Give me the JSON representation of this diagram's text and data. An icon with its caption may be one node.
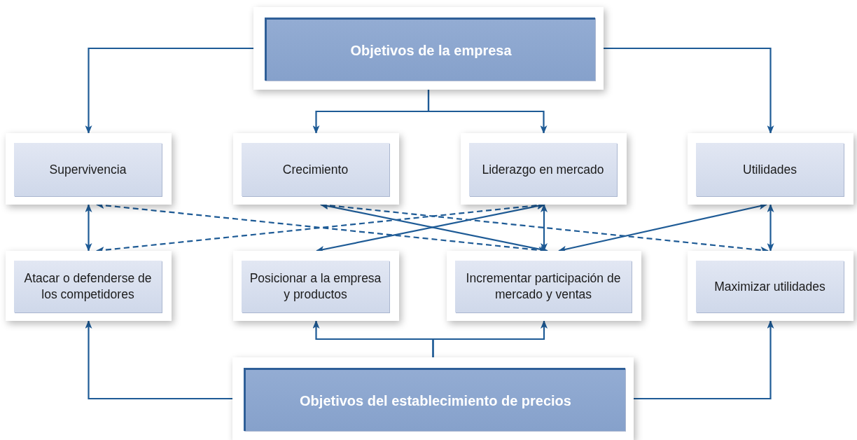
{
  "diagram": {
    "nodes": [
      {
        "text": [
          "Objetivos de la empresa"
        ]
      },
      {
        "text": [
          "Supervivencia"
        ]
      },
      {
        "text": [
          "Crecimiento"
        ]
      },
      {
        "text": [
          "Liderazgo en mercado"
        ]
      },
      {
        "text": [
          "Utilidades"
        ]
      },
      {
        "text": [
          "Atacar o defenderse de los competidores"
        ]
      },
      {
        "text": [
          "Posicionar a la empresa y productos"
        ]
      },
      {
        "text": [
          "Incrementar participación de mercado y ventas"
        ]
      },
      {
        "text": [
          "Maximizar utilidades"
        ]
      },
      {
        "text": [
          "Objetivos del establecimiento de precios"
        ]
      }
    ],
    "edges": [
      {
        "from": 0,
        "to": 1,
        "arrow": "to"
      },
      {
        "from": 0,
        "to": 2,
        "arrow": "to"
      },
      {
        "from": 0,
        "to": 3,
        "arrow": "to"
      },
      {
        "from": 0,
        "to": 4,
        "arrow": "to"
      },
      {
        "from": 1,
        "to": 5,
        "arrow": "both"
      },
      {
        "from": 3,
        "to": 7,
        "arrow": "both"
      },
      {
        "from": 4,
        "to": 8,
        "arrow": "both"
      },
      {
        "from": 1,
        "to": 7,
        "arrow": "both",
        "style": "dashed"
      },
      {
        "from": 2,
        "to": 8,
        "arrow": "both",
        "style": "dashed"
      },
      {
        "from": 5,
        "to": 3,
        "arrow": "both",
        "style": "dashed"
      },
      {
        "from": 2,
        "to": 7,
        "arrow": "both"
      },
      {
        "from": 6,
        "to": 3,
        "arrow": "both"
      },
      {
        "from": 7,
        "to": 4,
        "arrow": "both"
      },
      {
        "from": 9,
        "to": 5,
        "arrow": "to"
      },
      {
        "from": 9,
        "to": 6,
        "arrow": "to"
      },
      {
        "from": 9,
        "to": 7,
        "arrow": "to"
      },
      {
        "from": 9,
        "to": 8,
        "arrow": "to"
      }
    ]
  }
}
